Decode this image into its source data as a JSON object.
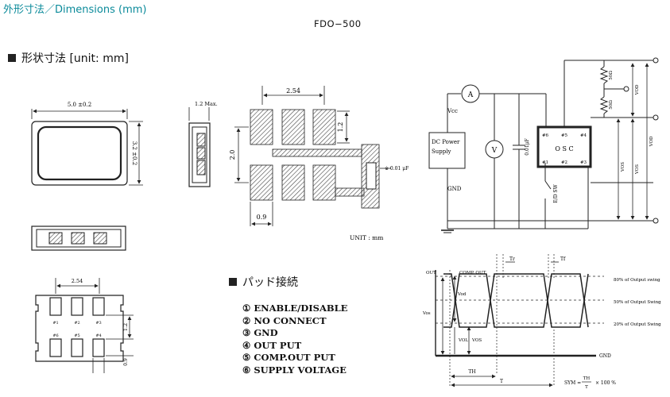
{
  "header": {
    "title": "外形寸法／Dimensions (mm)",
    "model": "FDO−500"
  },
  "section_dimensions": {
    "heading": "形状寸法 [unit: mm]",
    "top_view": {
      "width_label": "5.0 ±0.2",
      "height_label": "3.2 ±0.2"
    },
    "side_view": {
      "thickness_label": "1.2 Max."
    },
    "bottom_view": {
      "pitch_label": "2.54",
      "pad_labels": [
        "#1",
        "#2",
        "#3",
        "#6",
        "#5",
        "#4"
      ],
      "dim_right": "1.2",
      "dim_bottom": "0.9"
    },
    "land_pattern": {
      "pitch_label": "2.54",
      "row_label": "2.0",
      "pad_h_label": "1.2",
      "pad_w_label": "0.9",
      "cap_label": "※ 0.01 μF",
      "unit_note": "UNIT : mm"
    }
  },
  "section_pads": {
    "heading": "パッド接続",
    "items": [
      "① ENABLE/DISABLE",
      "② NO CONNECT",
      "③ GND",
      "④ OUT PUT",
      "⑤ COMP.OUT PUT",
      "⑥ SUPPLY VOLTAGE"
    ]
  },
  "circuit": {
    "vcc": "Vcc",
    "gnd": "GND",
    "supply": [
      "DC Power",
      "Supply"
    ],
    "ammeter": "A",
    "voltmeter": "V",
    "cap": "0.01μF",
    "switch": "E/D SW",
    "osc": "O S C",
    "pins_top": [
      "#6",
      "#5",
      "#4"
    ],
    "pins_bottom": [
      "#1",
      "#2",
      "#3"
    ],
    "r1": "50Ω",
    "r2": "50Ω",
    "vod1": "VOD",
    "vos1": "VOS",
    "vos2": "VOS",
    "vod2": "VOD"
  },
  "waveform": {
    "out": "OUT",
    "comp": "COMP. OUT",
    "tr": "Tr",
    "tf": "Tf",
    "vod": "Vod",
    "vos": "Vos",
    "vol": "VOL",
    "vos2": "VOS",
    "gnd": "GND",
    "level80": "80% of Output swing",
    "level50": "50% of Output Swing",
    "level20": "20% of Output Swing",
    "th": "TH",
    "t": "T",
    "sym": "SYM = ",
    "sym_num": "TH",
    "sym_den": "T",
    "sym_tail": "× 100 %"
  }
}
